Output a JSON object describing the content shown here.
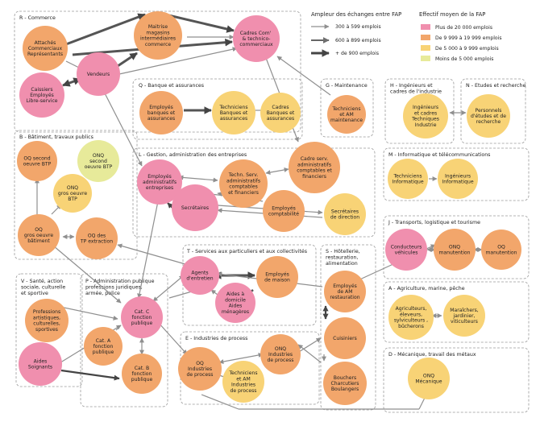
{
  "colors": {
    "pink": "#f08fae",
    "orange": "#f2a66b",
    "yellow": "#f8d376",
    "light": "#e7ea9a",
    "edge": "#8f8f8f"
  },
  "groups": {
    "R": "R - Commerce",
    "Q": "Q - Banque et assurances",
    "G": "G - Maintenance",
    "H": "H - Ingénieurs et\ncadres de l'industrie",
    "N": "N - Etudes et recherche",
    "B": "B - Bâtiment, travaux publics",
    "L": "L - Gestion, administration des entreprises",
    "M": "M - Informatique et télécommunications",
    "J": "J - Transports, logistique et tourisme",
    "T": "T - Services aux particuliers et aux collectivités",
    "S": "S - Hôtellerie,\nrestauration,\nalimentation",
    "V": "V - Santé, action\nsociale, culturelle\net sportive",
    "P": "P - Administration publique\nprofessions juridiques,\narmée, police",
    "A": "A - Agriculture, marine, pêche",
    "E": "E - Industries de process",
    "D": "D - Mécanique, travail des métaux"
  },
  "nodes": {
    "attaches": "Attachés\nCommerciaux\nReprésentants",
    "maitrise_mag": "Maitrise\nmagasins\nintermédiaires\ncommerce",
    "cadres_com": "Cadres Com' \n& technico-\ncommerciaux",
    "vendeurs": "Vendeurs",
    "caissiers": "Caissiers\nEmployés\nLibre-service",
    "empl_banque": "Employés\nbanques et\nassurances",
    "tech_banque": "Techniciens\nBanques et\nassurances",
    "cadres_banque": "Cadres\nBanques et\nassurances",
    "tech_maint": "Techniciens\net AM\nmaintenance",
    "ing_indus": "Ingénieurs\net cadres\nTechniques\nIndustrie",
    "pers_etudes": "Personnels\nd'études et de\nrecherche",
    "oq_second": "OQ second\noeuvre BTP",
    "onq_second": "ONQ\nsecond\noeuvre BTP",
    "onq_gros": "ONQ\ngros oeuvre\nBTP",
    "oq_gros": "OQ\ngros oeuvre\nbâtiment",
    "oq_tp": "OQ des\nTP extraction",
    "empl_admin": "Employés\nadministratifs\nentreprises",
    "tech_serv": "Techn. Serv.\nadministratifs\ncomptables\net financiers",
    "cadre_serv": "Cadre serv.\nadministratifs\ncomptables et\nfinanciers",
    "secretaires": "Secrétaires",
    "empl_compta": "Employés\ncomptabilité",
    "secr_dir": "Secrétaires\nde direction",
    "tech_info": "Techniciens\nInformatique",
    "ing_info": "Ingénieurs\nInformatique",
    "conducteurs": "Conducteurs\nvéhicules",
    "onq_manut": "ONQ\nmanutention",
    "oq_manut": "OQ\nmanutention",
    "agents": "Agents\nd'entretien",
    "empl_maison": "Employés\nde maison",
    "aides_dom": "Aides à\ndomicile\nAides\nménagères",
    "empl_resto": "Employés\nde AM\nrestauration",
    "cuisiniers": "Cuisiniers",
    "bouchers": "Bouchers\nCharcutiers\nBoulangers",
    "prof_art": "Professions\nartistiques,\nculturelles,\nsportives",
    "aides_soig": "Aides\nSoignants",
    "cat_c": "Cat. C\nfonction\npublique",
    "cat_a": "Cat. A\nfonction\npublique",
    "cat_b": "Cat. B\nfonction\npublique",
    "agriculteurs": "Agriculteurs,\néleveurs,\nsylviculteurs ,\nbûcherons",
    "maraichers": "Maraîchers,\njardinier,\nviticulteurs",
    "oq_proc": "OQ\nIndustries\nde process",
    "onq_proc": "ONQ\nIndustries\nde process",
    "tech_proc": "Techniciens\net AM\nIndustries\nde process",
    "onq_meca": "ONQ\nMécanique"
  },
  "legend": {
    "left_title": "Ampleur des échanges entre FAP",
    "right_title": "Effectif moyen de la FAP",
    "arrows": [
      "300 à 599 emplois",
      "600 à 899 emplois",
      "+ de 900 emplois"
    ],
    "sizes": [
      "Plus de 20 000 emplois",
      "De 9 999 à 19 999 emplois",
      "De  5 000  à 9 999 emplois",
      "Moins de 5 000 emplois"
    ]
  }
}
